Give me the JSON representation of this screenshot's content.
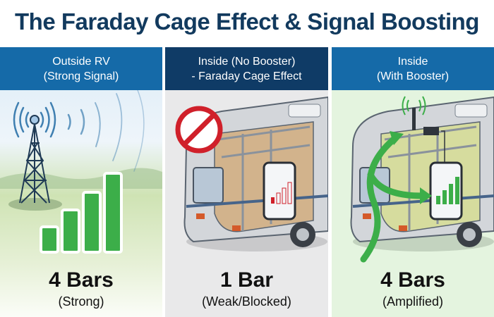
{
  "title": "The Faraday Cage Effect & Signal Boosting",
  "colors": {
    "title": "#123a5e",
    "header_blue": "#156aa8",
    "header_dark": "#0f3b66",
    "signal_green": "#3cae49",
    "weak_red": "#d0202a"
  },
  "panels": [
    {
      "header_line1": "Outside RV",
      "header_line2": "(Strong Signal)",
      "icons": [
        "cell-tower-icon",
        "signal-waves-icon",
        "signal-bars-icon"
      ],
      "bars_active": 4,
      "result": "4 Bars",
      "result_note": "(Strong)"
    },
    {
      "header_line1": "Inside (No Booster)",
      "header_line2": "- Faraday Cage Effect",
      "icons": [
        "no-symbol-icon",
        "rv-cutaway-icon",
        "phone-icon",
        "signal-bars-icon"
      ],
      "bars_active": 1,
      "result": "1 Bar",
      "result_note": "(Weak/Blocked)"
    },
    {
      "header_line1": "Inside",
      "header_line2": "(With Booster)",
      "icons": [
        "antenna-icon",
        "arrow-icon",
        "rv-cutaway-icon",
        "phone-icon",
        "signal-bars-icon"
      ],
      "bars_active": 4,
      "result": "4 Bars",
      "result_note": "(Amplified)"
    }
  ]
}
